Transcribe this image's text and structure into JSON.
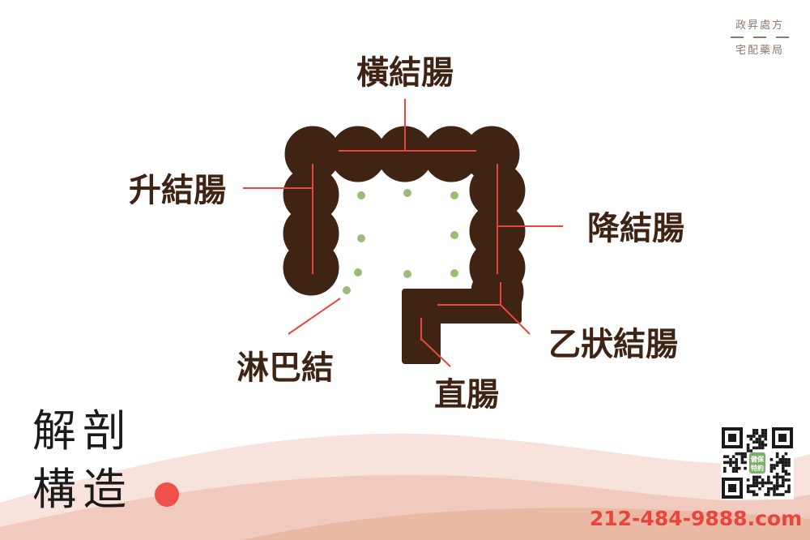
{
  "brand": {
    "line1": "政昇處方",
    "line2": "宅配藥局"
  },
  "heading": {
    "line1": "解剖",
    "line2": "構造"
  },
  "labels": {
    "transverse": "橫結腸",
    "ascending": "升結腸",
    "descending": "降結腸",
    "sigmoid": "乙狀結腸",
    "lymph": "淋巴結",
    "rectum": "直腸"
  },
  "qr_badge": {
    "line1": "健保",
    "line2": "特約"
  },
  "contact": {
    "phone": "212-484-9888.com"
  },
  "colors": {
    "colon": "#3f2414",
    "pointer": "#e8453c",
    "lymph_dot": "#9dbb78",
    "accent_dot": "#f0504a",
    "wave_light": "#f7e3dc",
    "wave_mid": "#f0cbbd",
    "wave_dark": "#e9b9a6"
  }
}
